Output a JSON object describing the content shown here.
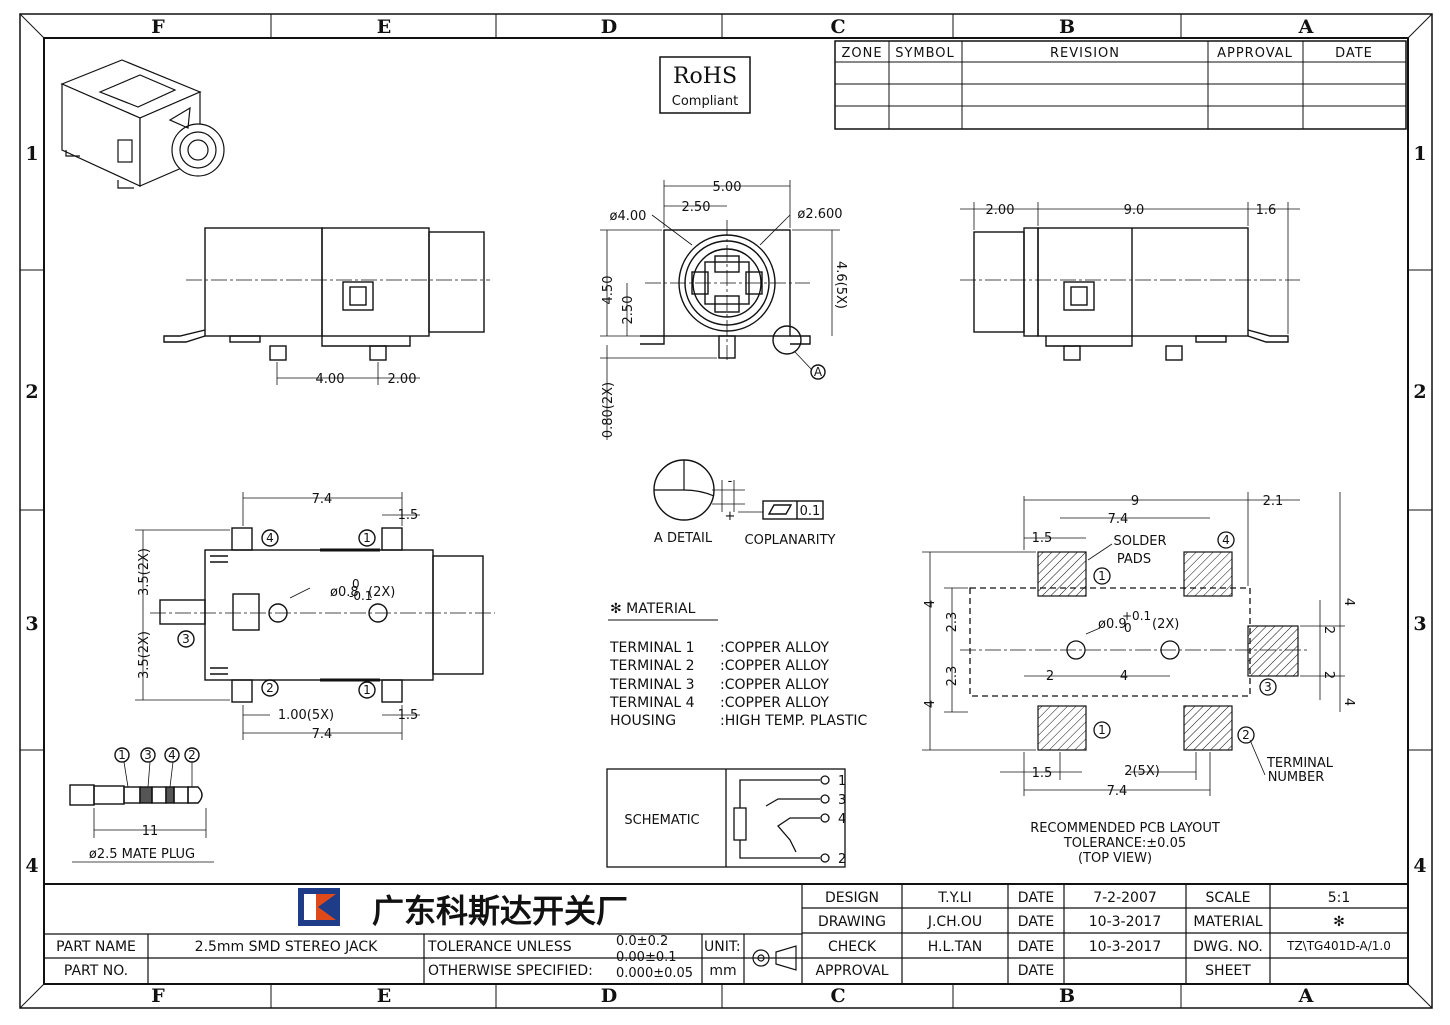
{
  "zones": {
    "columns": [
      "F",
      "E",
      "D",
      "C",
      "B",
      "A"
    ],
    "rows": [
      "1",
      "2",
      "3",
      "4"
    ]
  },
  "rohs": {
    "line1": "RoHS",
    "line2": "Compliant"
  },
  "revision_table": {
    "headers": [
      "ZONE",
      "SYMBOL",
      "REVISION",
      "APPROVAL",
      "DATE"
    ]
  },
  "dimensions": {
    "side_left": {
      "d1": "4.00",
      "d2": "2.00"
    },
    "front": {
      "width": "5.00",
      "half": "2.50",
      "dia_outer": "ø4.00",
      "dia_inner": "ø2.600",
      "height": "4.50",
      "half_h": "2.50",
      "pins": "4.6(5X)",
      "pin_len": "0.80(2X)",
      "detail_ref": "A"
    },
    "side_right": {
      "d1": "2.00",
      "d2": "9.0",
      "d3": "1.6"
    },
    "top_view": {
      "overall": "7.4",
      "pitch_top": "1.5",
      "hole": "ø0.8",
      "hole_tol_up": "0",
      "hole_tol_dn": "-0.1",
      "hole_count": "(2X)",
      "left_up": "3.5(2X)",
      "left_dn": "3.5(2X)",
      "pitch_bot": "1.00(5X)",
      "pitch_bot2": "1.5",
      "overall_bot": "7.4"
    },
    "plug": {
      "length": "11",
      "caption": "ø2.5 MATE PLUG"
    },
    "pcb": {
      "overall": "9",
      "inner": "7.4",
      "right": "2.1",
      "pad": "1.5",
      "solder1": "SOLDER",
      "solder2": "PADS",
      "hole": "ø0.9",
      "hole_tol_up": "+0.1",
      "hole_tol_dn": "0",
      "hole_count": "(2X)",
      "left_outer": "4",
      "left_23a": "2.3",
      "left_23b": "2.3",
      "left_4b": "4",
      "mid_2": "2",
      "mid_4": "4",
      "r_4a": "4",
      "r_2a": "2",
      "r_2b": "2",
      "r_4b": "4",
      "bot_15": "1.5",
      "bot_2": "2(5X)",
      "bot_74": "7.4",
      "term1": "TERMINAL",
      "term2": "NUMBER",
      "caption1": "RECOMMENDED PCB LAYOUT",
      "caption2": "TOLERANCE:±0.05",
      "caption3": "(TOP VIEW)"
    }
  },
  "detail": {
    "a_detail": "A DETAIL",
    "coplanarity": "COPLANARITY",
    "tol": "0.1",
    "minus": "-",
    "plus": "+"
  },
  "material": {
    "title": "✻ MATERIAL",
    "rows": [
      {
        "label": "TERMINAL 1",
        "value": ":COPPER ALLOY"
      },
      {
        "label": "TERMINAL 2",
        "value": ":COPPER ALLOY"
      },
      {
        "label": "TERMINAL 3",
        "value": ":COPPER ALLOY"
      },
      {
        "label": "TERMINAL 4",
        "value": ":COPPER ALLOY"
      },
      {
        "label": "HOUSING",
        "value": ":HIGH TEMP. PLASTIC"
      }
    ]
  },
  "schematic": {
    "label": "SCHEMATIC",
    "pins": [
      "1",
      "3",
      "4",
      "2"
    ]
  },
  "title_block": {
    "company": "广东科斯达开关厂",
    "part_name_label": "PART NAME",
    "part_name": "2.5mm SMD STEREO JACK",
    "part_no_label": "PART NO.",
    "tol_label1": "TOLERANCE UNLESS",
    "tol_label2": "OTHERWISE SPECIFIED:",
    "tol1": "0.0±0.2",
    "tol2": "0.00±0.1",
    "tol3": "0.000±0.05",
    "unit_label": "UNIT:",
    "unit": "mm",
    "design_label": "DESIGN",
    "design": "T.Y.LI",
    "design_date": "7-2-2007",
    "drawing_label": "DRAWING",
    "drawing": "J.CH.OU",
    "drawing_date": "10-3-2017",
    "check_label": "CHECK",
    "check": "H.L.TAN",
    "check_date": "10-3-2017",
    "approval_label": "APPROVAL",
    "date_label": "DATE",
    "scale_label": "SCALE",
    "scale": "5:1",
    "material_label": "MATERIAL",
    "material": "✻",
    "dwg_label": "DWG. NO.",
    "dwg": "TZ\\TG401D-A/1.0",
    "sheet_label": "SHEET"
  },
  "circle_nums": {
    "one": "1",
    "two": "2",
    "three": "3",
    "four": "4"
  }
}
